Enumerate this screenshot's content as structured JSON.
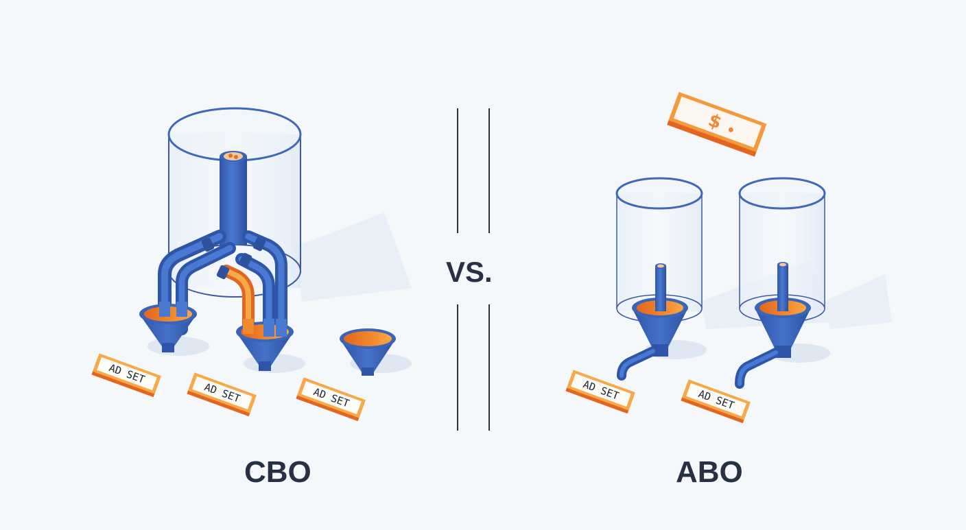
{
  "comparison": {
    "left": {
      "title": "CBO",
      "ad_sets": [
        "AD SET",
        "AD SET",
        "AD SET"
      ],
      "funnels": 3,
      "description_icons": [
        "shared-budget-cylinder",
        "branching-pipes",
        "funnel-icon"
      ]
    },
    "separator": {
      "label": "VS."
    },
    "right": {
      "title": "ABO",
      "budget_icon": "$",
      "ad_sets": [
        "AD SET",
        "AD SET"
      ],
      "funnels": 2
    }
  },
  "colors": {
    "background": "#f4f8fb",
    "pipe_blue": "#3f6cc4",
    "pipe_blue_dark": "#2f55a8",
    "accent_orange": "#f08a2c",
    "orange_dark": "#e2661f",
    "text_dark": "#283046",
    "tag_fill": "#fbfbf8"
  }
}
